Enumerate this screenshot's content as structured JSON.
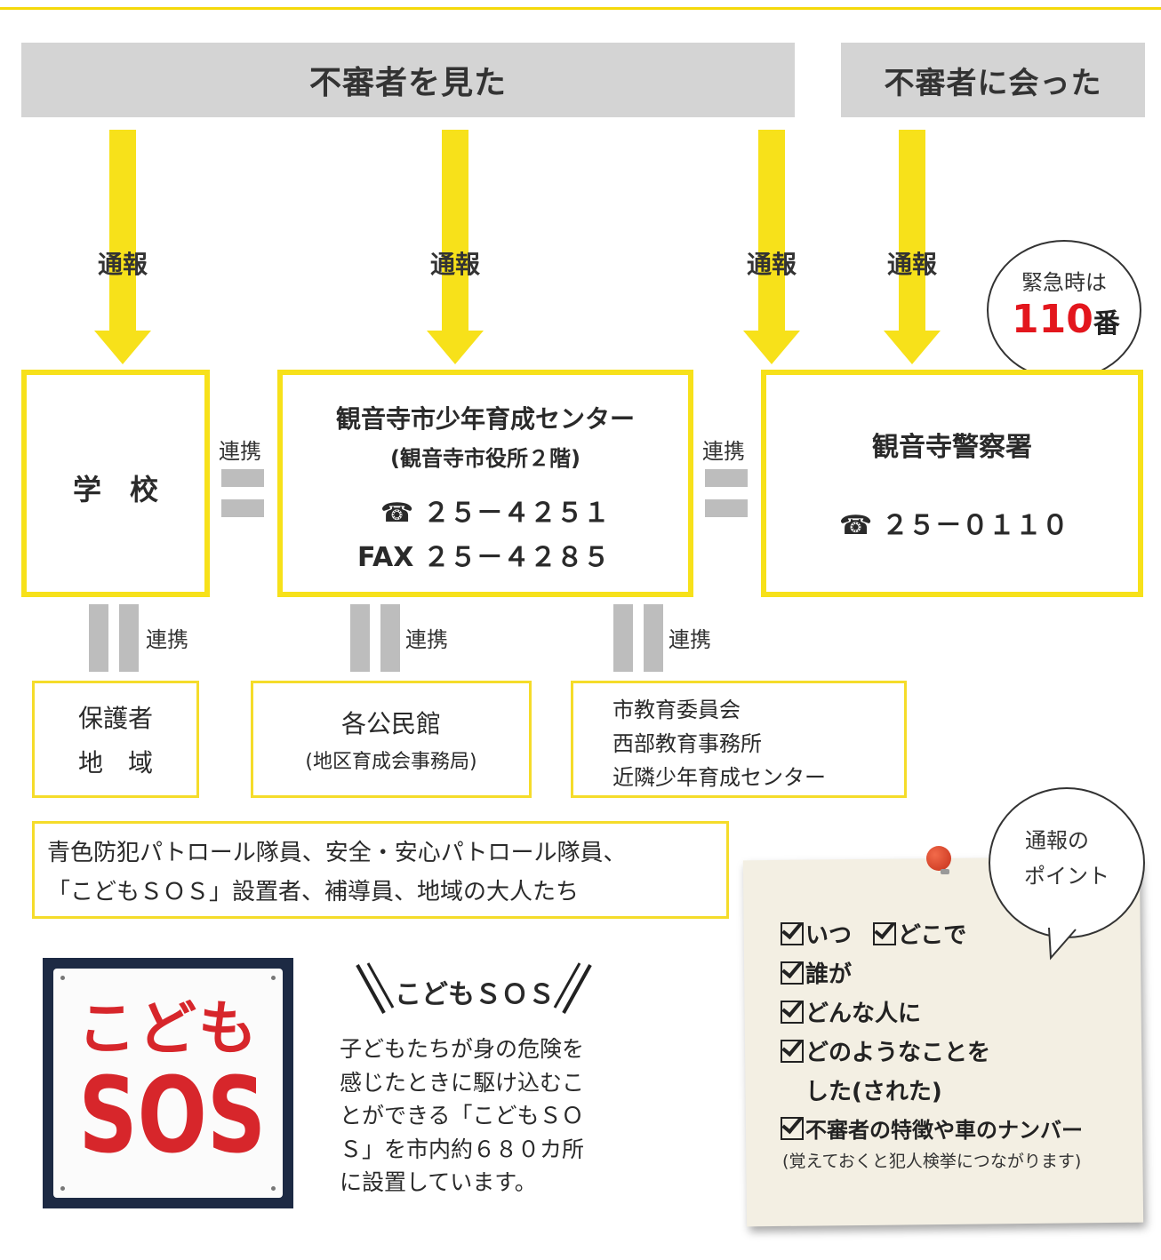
{
  "headers": {
    "saw": "不審者を見た",
    "met": "不審者に会った"
  },
  "arrow_label": "通報",
  "renkei": "連携",
  "school": {
    "name": "学　校"
  },
  "center": {
    "name": "観音寺市少年育成センター",
    "sub": "(観音寺市役所２階)",
    "tel_icon": "☎",
    "tel": "２５－４２５１",
    "fax": "FAX ２５－４２８５"
  },
  "police": {
    "name": "観音寺警察署",
    "tel_icon": "☎",
    "tel": "２５－０１１０"
  },
  "emergency_bubble": {
    "line1": "緊急時は",
    "number": "110",
    "suffix": "番",
    "number_color": "#e3161d"
  },
  "partners": {
    "guardians": {
      "line1": "保護者",
      "line2": "地　域"
    },
    "kominkan": {
      "line1": "各公民館",
      "line2": "(地区育成会事務局)"
    },
    "board": {
      "line1": "市教育委員会",
      "line2": "西部教育事務所",
      "line3": "近隣少年育成センター"
    }
  },
  "patrol": {
    "line1": "青色防犯パトロール隊員、安全・安心パトロール隊員、",
    "line2": "「こどもＳＯＳ」設置者、補導員、地域の大人たち"
  },
  "sos_sign": {
    "top": "こども",
    "bottom": "SOS",
    "color": "#d7262b"
  },
  "kodomo_sos": {
    "title": "こどもＳＯＳ",
    "body_lines": [
      "子どもたちが身の危険を",
      "感じたときに駆け込むこ",
      "とができる「こどもＳＯ",
      "Ｓ」を市内約６８０カ所",
      "に設置しています。"
    ]
  },
  "points_bubble": {
    "line1": "通報の",
    "line2": "ポイント"
  },
  "checklist": {
    "item1a": "いつ",
    "item1b": "どこで",
    "item2": "誰が",
    "item3": "どんな人に",
    "item4": "どのようなことを",
    "item4b": "した(された)",
    "item5": "不審者の特徴や車のナンバー",
    "note": "(覚えておくと犯人検挙につながります)"
  },
  "colors": {
    "accent_yellow": "#f7e11a",
    "header_gray": "#d4d4d4",
    "red": "#e3161d"
  }
}
